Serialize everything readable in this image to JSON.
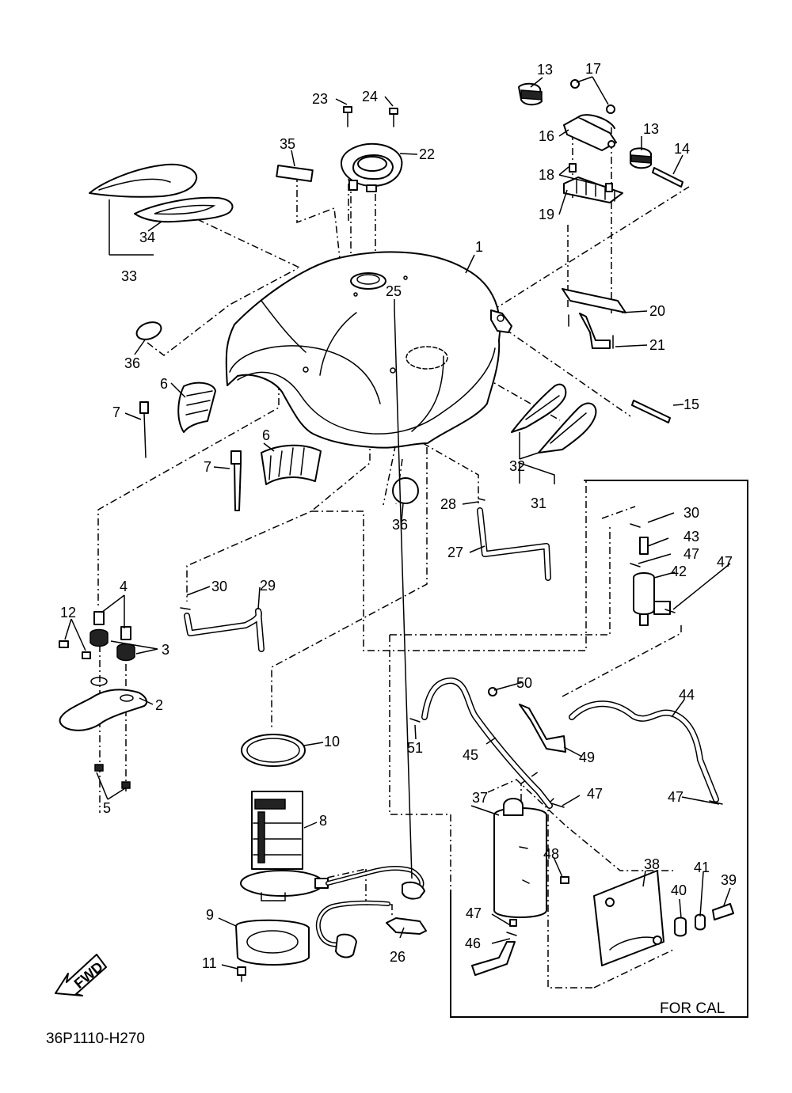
{
  "diagram_code": "36P1110-H270",
  "box_label": "FOR CAL",
  "fwd_label": "FWD",
  "part_numbers": [
    "1",
    "2",
    "3",
    "4",
    "5",
    "6",
    "7",
    "8",
    "9",
    "10",
    "11",
    "12",
    "13",
    "14",
    "15",
    "16",
    "17",
    "18",
    "19",
    "20",
    "21",
    "22",
    "23",
    "24",
    "25",
    "26",
    "27",
    "28",
    "29",
    "30",
    "31",
    "32",
    "33",
    "34",
    "35",
    "36",
    "37",
    "38",
    "39",
    "40",
    "41",
    "42",
    "43",
    "44",
    "45",
    "46",
    "47",
    "48",
    "49",
    "50",
    "51"
  ],
  "callouts": [
    {
      "id": "c1",
      "text": "1"
    },
    {
      "id": "c2",
      "text": "2"
    },
    {
      "id": "c3",
      "text": "3"
    },
    {
      "id": "c4",
      "text": "4"
    },
    {
      "id": "c5",
      "text": "5"
    },
    {
      "id": "c6a",
      "text": "6"
    },
    {
      "id": "c6b",
      "text": "6"
    },
    {
      "id": "c7a",
      "text": "7"
    },
    {
      "id": "c7b",
      "text": "7"
    },
    {
      "id": "c8",
      "text": "8"
    },
    {
      "id": "c9",
      "text": "9"
    },
    {
      "id": "c10",
      "text": "10"
    },
    {
      "id": "c11",
      "text": "11"
    },
    {
      "id": "c12",
      "text": "12"
    },
    {
      "id": "c13a",
      "text": "13"
    },
    {
      "id": "c13b",
      "text": "13"
    },
    {
      "id": "c14",
      "text": "14"
    },
    {
      "id": "c15",
      "text": "15"
    },
    {
      "id": "c16",
      "text": "16"
    },
    {
      "id": "c17",
      "text": "17"
    },
    {
      "id": "c18",
      "text": "18"
    },
    {
      "id": "c19",
      "text": "19"
    },
    {
      "id": "c20",
      "text": "20"
    },
    {
      "id": "c21",
      "text": "21"
    },
    {
      "id": "c22",
      "text": "22"
    },
    {
      "id": "c23",
      "text": "23"
    },
    {
      "id": "c24",
      "text": "24"
    },
    {
      "id": "c25",
      "text": "25"
    },
    {
      "id": "c26",
      "text": "26"
    },
    {
      "id": "c27",
      "text": "27"
    },
    {
      "id": "c28",
      "text": "28"
    },
    {
      "id": "c29",
      "text": "29"
    },
    {
      "id": "c30a",
      "text": "30"
    },
    {
      "id": "c30b",
      "text": "30"
    },
    {
      "id": "c31",
      "text": "31"
    },
    {
      "id": "c32",
      "text": "32"
    },
    {
      "id": "c33",
      "text": "33"
    },
    {
      "id": "c34",
      "text": "34"
    },
    {
      "id": "c35",
      "text": "35"
    },
    {
      "id": "c36a",
      "text": "36"
    },
    {
      "id": "c36b",
      "text": "36"
    },
    {
      "id": "c37",
      "text": "37"
    },
    {
      "id": "c38",
      "text": "38"
    },
    {
      "id": "c39",
      "text": "39"
    },
    {
      "id": "c40",
      "text": "40"
    },
    {
      "id": "c41",
      "text": "41"
    },
    {
      "id": "c42",
      "text": "42"
    },
    {
      "id": "c43",
      "text": "43"
    },
    {
      "id": "c44",
      "text": "44"
    },
    {
      "id": "c45",
      "text": "45"
    },
    {
      "id": "c46",
      "text": "46"
    },
    {
      "id": "c47a",
      "text": "47"
    },
    {
      "id": "c47b",
      "text": "47"
    },
    {
      "id": "c47c",
      "text": "47"
    },
    {
      "id": "c47d",
      "text": "47"
    },
    {
      "id": "c47e",
      "text": "47"
    },
    {
      "id": "c48",
      "text": "48"
    },
    {
      "id": "c49",
      "text": "49"
    },
    {
      "id": "c50",
      "text": "50"
    },
    {
      "id": "c51",
      "text": "51"
    }
  ]
}
